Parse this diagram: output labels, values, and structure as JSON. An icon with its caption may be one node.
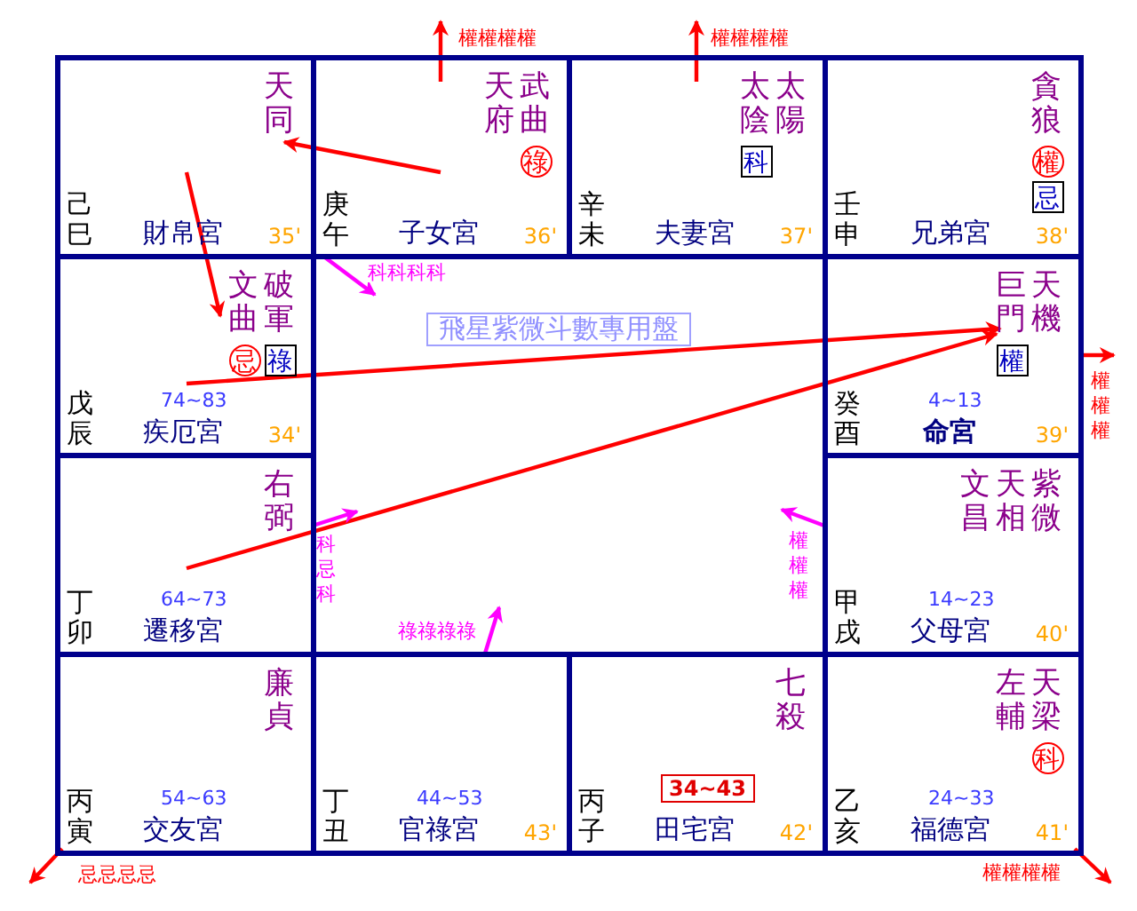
{
  "diagram": {
    "title": "飛星紫微斗數專用盤",
    "nodes": [
      {
        "text": [
          "天同",
          "己巳",
          "財帛宮",
          "35'"
        ]
      },
      {
        "text": [
          "武曲",
          "天府",
          "祿",
          "庚午",
          "子女宮",
          "36'"
        ]
      },
      {
        "text": [
          "太陽",
          "太陰",
          "科",
          "辛未",
          "夫妻宮",
          "37'"
        ]
      },
      {
        "text": [
          "貪狼",
          "權",
          "忌",
          "壬申",
          "兄弟宮",
          "38'"
        ]
      },
      {
        "text": [
          "破軍",
          "文曲",
          "忌",
          "祿",
          "74~83",
          "戊辰",
          "疾厄宮",
          "34'"
        ]
      },
      {
        "text": [
          "天機",
          "巨門",
          "權",
          "4~13",
          "癸酉",
          "命宮",
          "39'"
        ]
      },
      {
        "text": [
          "右弼",
          "64~73",
          "丁卯",
          "遷移宮"
        ]
      },
      {
        "text": [
          "紫微",
          "天相",
          "文昌",
          "14~23",
          "甲戌",
          "父母宮",
          "40'"
        ]
      },
      {
        "text": [
          "廉貞",
          "54~63",
          "丙寅",
          "交友宮"
        ]
      },
      {
        "text": [
          "44~53",
          "丁丑",
          "官祿宮",
          "43'"
        ]
      },
      {
        "text": [
          "七殺",
          "34~43",
          "丙子",
          "田宅宮",
          "42'"
        ]
      },
      {
        "text": [
          "天梁",
          "左輔",
          "科",
          "24~33",
          "乙亥",
          "福德宮",
          "41'"
        ]
      }
    ],
    "edges": [
      {
        "from": 1,
        "to": 0,
        "arrow": "to"
      },
      {
        "from": 0,
        "to": 4,
        "arrow": "to"
      },
      {
        "from": 4,
        "to": 5,
        "arrow": "to"
      },
      {
        "from": 6,
        "to": 5,
        "arrow": "to"
      },
      {
        "from": 1,
        "to": null,
        "arrow": "to",
        "label": "權權權權"
      },
      {
        "from": 2,
        "to": null,
        "arrow": "to",
        "label": "權權權權"
      },
      {
        "from": 5,
        "to": null,
        "arrow": "to",
        "label": "權權權"
      },
      {
        "from": 11,
        "to": null,
        "arrow": "to",
        "label": "權權權權"
      },
      {
        "from": 8,
        "to": null,
        "arrow": "to",
        "label": "忌忌忌忌"
      },
      {
        "from": 1,
        "to": null,
        "arrow": "to",
        "label": "科科科科",
        "color": "#ff00ff"
      },
      {
        "from": 6,
        "to": null,
        "arrow": "to",
        "label": "科忌科",
        "color": "#ff00ff"
      },
      {
        "from": 7,
        "to": null,
        "arrow": "to",
        "label": "權權權",
        "color": "#ff00ff"
      },
      {
        "from": 9,
        "to": null,
        "arrow": "to",
        "label": "祿祿祿祿",
        "color": "#ff00ff"
      }
    ]
  }
}
